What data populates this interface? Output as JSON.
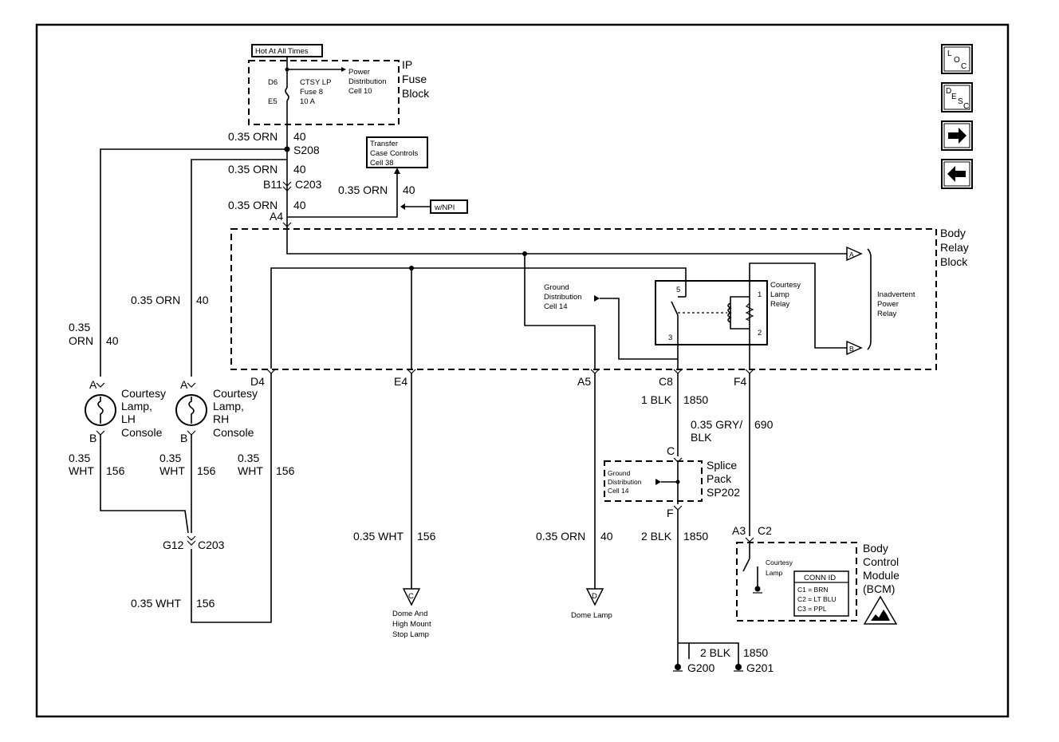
{
  "blocks": {
    "hot_at_all_times": "Hot At All Times",
    "ip_fuse_block": [
      "IP",
      "Fuse",
      "Block"
    ],
    "body_relay_block": [
      "Body",
      "Relay",
      "Block"
    ],
    "splice_pack": [
      "Splice",
      "Pack",
      "SP202"
    ],
    "bcm": [
      "Body",
      "Control",
      "Module",
      "(BCM)"
    ],
    "transfer_case": [
      "Transfer",
      "Case Controls",
      "Cell 38"
    ],
    "w_npi": "w/NPI"
  },
  "fuse": {
    "pin_top": "D6",
    "pin_bottom": "E5",
    "label": [
      "CTSY LP",
      "Fuse 8",
      "10 A"
    ],
    "power_distribution": [
      "Power",
      "Distribution",
      "Cell 10"
    ]
  },
  "labels": {
    "wire_orn_1": "0.35 ORN",
    "ckt_40_1": "40",
    "s208": "S208",
    "wire_orn_2": "0.35 ORN",
    "ckt_40_2": "40",
    "b11": "B11",
    "c203_top": "C203",
    "wire_orn_3": "0.35 ORN",
    "ckt_40_3": "40",
    "wire_orn_4": "0.35 ORN",
    "ckt_40_4": "40",
    "a4": "A4",
    "wire_orn_rh": "0.35 ORN",
    "ckt_40_rh": "40",
    "wire_orn_lh": [
      "0.35",
      "ORN"
    ],
    "ckt_40_lh": "40",
    "ground_dist_14a": [
      "Ground",
      "Distribution",
      "Cell 14"
    ],
    "courtesy_lamp_relay": [
      "Courtesy",
      "Lamp",
      "Relay"
    ],
    "relay_pin_5": "5",
    "relay_pin_3": "3",
    "relay_pin_1": "1",
    "relay_pin_2": "2",
    "inadvertent_power_relay": [
      "Inadvertent",
      "Power",
      "Relay"
    ],
    "relay_a": "A",
    "relay_b": "B",
    "pin_d4": "D4",
    "pin_e4": "E4",
    "pin_a5": "A5",
    "pin_c8": "C8",
    "pin_f4": "F4",
    "lamp_lh_a": "A",
    "lamp_lh_b": "B",
    "lamp_lh_name": [
      "Courtesy",
      "Lamp,",
      "LH",
      "Console"
    ],
    "lamp_rh_a": "A",
    "lamp_rh_b": "B",
    "lamp_rh_name": [
      "Courtesy",
      "Lamp,",
      "RH",
      "Console"
    ],
    "wht_lh": [
      "0.35",
      "WHT"
    ],
    "ckt_156_lh": "156",
    "wht_rh": [
      "0.35",
      "WHT"
    ],
    "ckt_156_rh": "156",
    "wht_d4": [
      "0.35",
      "WHT"
    ],
    "ckt_156_d4": "156",
    "g12": "G12",
    "c203_bottom": "C203",
    "wht_bottom": "0.35 WHT",
    "ckt_156_bottom": "156",
    "wht_e4": "0.35 WHT",
    "ckt_156_e4": "156",
    "conn_c": "C",
    "dome_high_mount": [
      "Dome And",
      "High Mount",
      "Stop Lamp"
    ],
    "orn_a5": "0.35 ORN",
    "ckt_40_a5": "40",
    "conn_d": "D",
    "dome_lamp": "Dome Lamp",
    "blk_c8": "1 BLK",
    "ckt_1850_c8": "1850",
    "gry_blk": [
      "0.35 GRY/",
      "BLK"
    ],
    "ckt_690": "690",
    "sp_c": "C",
    "sp_f": "F",
    "ground_dist_14b": [
      "Ground",
      "Distribution",
      "Cell 14"
    ],
    "blk_2": "2 BLK",
    "ckt_1850_2": "1850",
    "a3": "A3",
    "c2": "C2",
    "bcm_courtesy_lamp": [
      "Courtesy",
      "Lamp"
    ],
    "conn_id_title": "CONN ID",
    "conn_id_rows": [
      "C1 = BRN",
      "C2 = LT BLU",
      "C3 = PPL"
    ],
    "blk_g": "2 BLK",
    "ckt_1850_g": "1850",
    "g200": "G200",
    "g201": "G201"
  },
  "nav": {
    "loc": [
      "L",
      "O",
      "C"
    ],
    "desc": [
      "D",
      "E",
      "S",
      "C"
    ],
    "next": "next-arrow",
    "prev": "prev-arrow"
  }
}
